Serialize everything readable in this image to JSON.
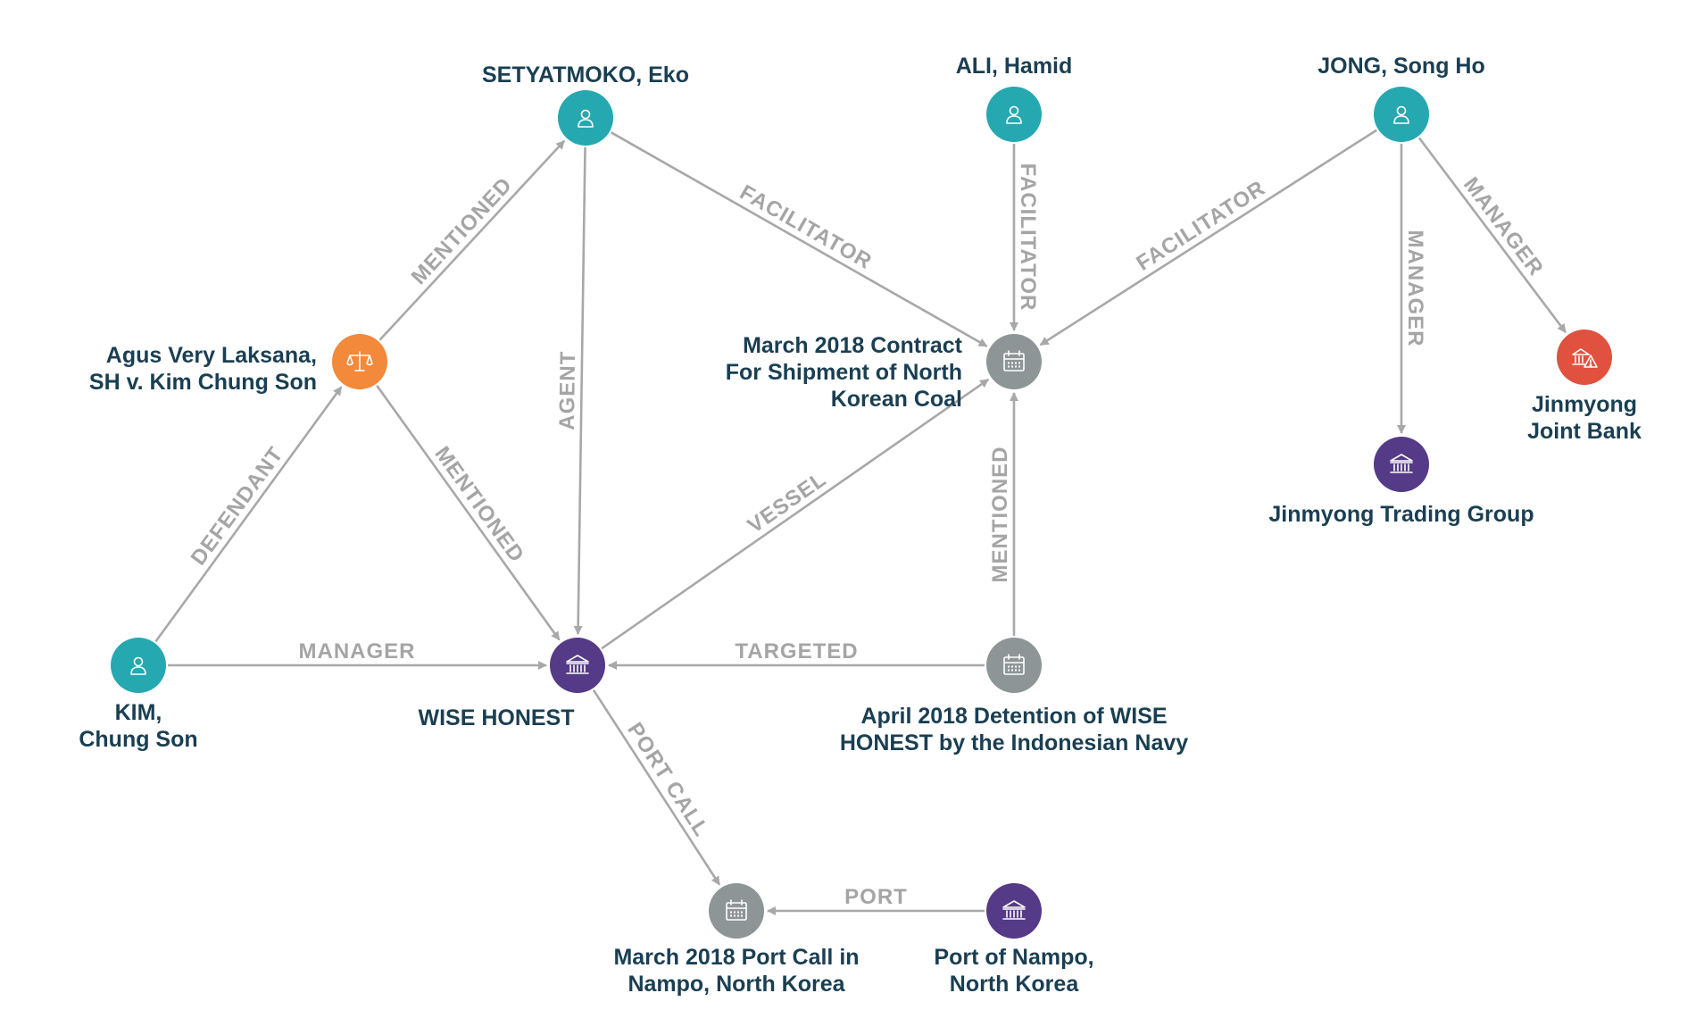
{
  "colors": {
    "person": "#26a8b1",
    "organization": "#553a87",
    "event": "#8e9597",
    "legal_case": "#f3893a",
    "sanctioned_bank": "#e0513f",
    "edge": "#a8a8a8",
    "edge_label": "#a5a5a5",
    "node_label": "#1a3f52"
  },
  "nodes": [
    {
      "id": "setyatmoko",
      "type": "person",
      "icon": "person-icon",
      "label": [
        "SETYATMOKO, Eko"
      ]
    },
    {
      "id": "ali",
      "type": "person",
      "icon": "person-icon",
      "label": [
        "ALI, Hamid"
      ]
    },
    {
      "id": "jong",
      "type": "person",
      "icon": "person-icon",
      "label": [
        "JONG, Song Ho"
      ]
    },
    {
      "id": "agus",
      "type": "legal_case",
      "icon": "scales-icon",
      "label": [
        "Agus Very Laksana,",
        "SH v. Kim Chung Son"
      ]
    },
    {
      "id": "contract",
      "type": "event",
      "icon": "calendar-icon",
      "label": [
        "March 2018 Contract",
        "For Shipment of North",
        "Korean Coal"
      ]
    },
    {
      "id": "jinmyong_bank",
      "type": "sanctioned_bank",
      "icon": "bank-warning-icon",
      "label": [
        "Jinmyong",
        "Joint Bank"
      ]
    },
    {
      "id": "jinmyong_trading",
      "type": "organization",
      "icon": "institution-icon",
      "label": [
        "Jinmyong Trading Group"
      ]
    },
    {
      "id": "kim",
      "type": "person",
      "icon": "person-icon",
      "label": [
        "KIM,",
        "Chung Son"
      ]
    },
    {
      "id": "wise",
      "type": "organization",
      "icon": "institution-icon",
      "label": [
        "WISE HONEST"
      ]
    },
    {
      "id": "detention",
      "type": "event",
      "icon": "calendar-icon",
      "label": [
        "April 2018 Detention of WISE",
        "HONEST by the Indonesian Navy"
      ]
    },
    {
      "id": "portcall",
      "type": "event",
      "icon": "calendar-icon",
      "label": [
        "March 2018 Port Call in",
        "Nampo, North Korea"
      ]
    },
    {
      "id": "nampo",
      "type": "organization",
      "icon": "institution-icon",
      "label": [
        "Port of Nampo,",
        "North Korea"
      ]
    }
  ],
  "edges": [
    {
      "from": "agus",
      "to": "setyatmoko",
      "label": "MENTIONED"
    },
    {
      "from": "setyatmoko",
      "to": "contract",
      "label": "FACILITATOR"
    },
    {
      "from": "ali",
      "to": "contract",
      "label": "FACILITATOR"
    },
    {
      "from": "jong",
      "to": "contract",
      "label": "FACILITATOR"
    },
    {
      "from": "jong",
      "to": "jinmyong_trading",
      "label": "MANAGER"
    },
    {
      "from": "jong",
      "to": "jinmyong_bank",
      "label": "MANAGER"
    },
    {
      "from": "setyatmoko",
      "to": "wise",
      "label": "AGENT"
    },
    {
      "from": "agus",
      "to": "wise",
      "label": "MENTIONED"
    },
    {
      "from": "kim",
      "to": "agus",
      "label": "DEFENDANT"
    },
    {
      "from": "kim",
      "to": "wise",
      "label": "MANAGER"
    },
    {
      "from": "wise",
      "to": "contract",
      "label": "VESSEL"
    },
    {
      "from": "detention",
      "to": "contract",
      "label": "MENTIONED"
    },
    {
      "from": "detention",
      "to": "wise",
      "label": "TARGETED"
    },
    {
      "from": "wise",
      "to": "portcall",
      "label": "PORT CALL"
    },
    {
      "from": "nampo",
      "to": "portcall",
      "label": "PORT"
    }
  ]
}
